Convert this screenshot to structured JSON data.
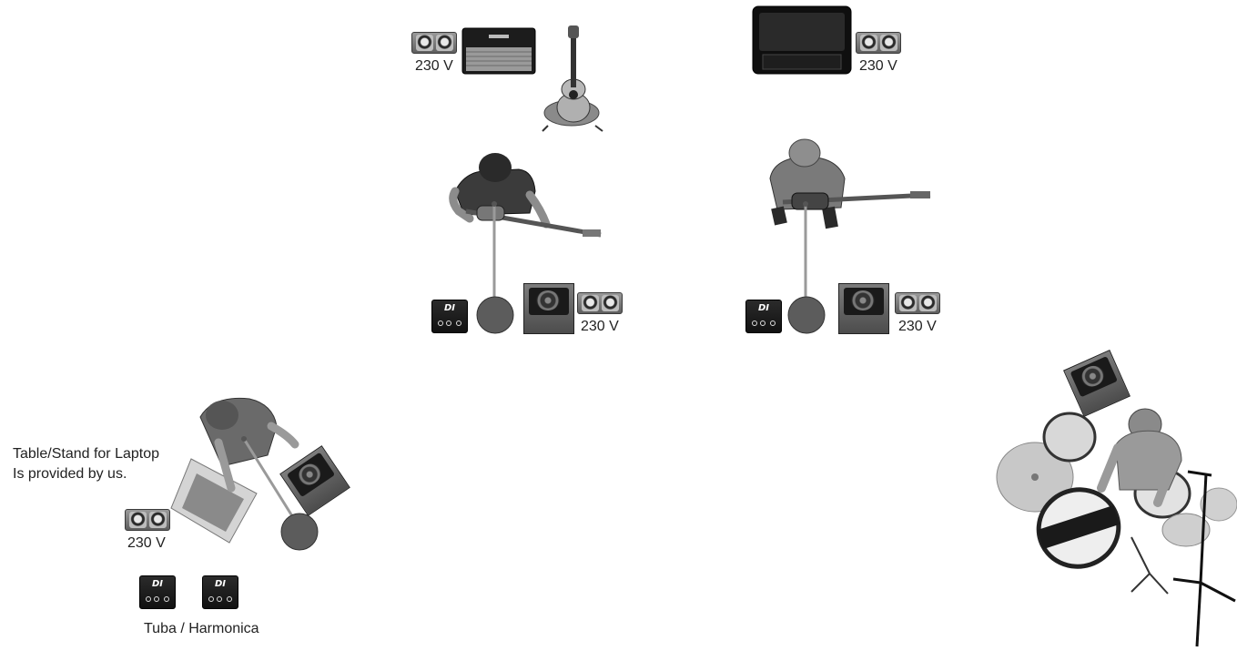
{
  "power_label": "230 V",
  "notes": {
    "laptop_line1": "Table/Stand for Laptop",
    "laptop_line2": "Is provided by us.",
    "di_label": "Tuba / Harmonica"
  },
  "di_box_label": "DI",
  "colors": {
    "equipment_dark": "#1a1a1a",
    "equipment_gray": "#6a6a6a",
    "text": "#222222"
  },
  "elements": {
    "left_guitarist": {
      "icons": [
        "acoustic-guitar-icon",
        "guitar-amp-icon",
        "musician-icon",
        "mic-stand-icon",
        "di-box-icon",
        "monitor-wedge-icon",
        "power-socket-icon"
      ]
    },
    "right_guitarist": {
      "icons": [
        "guitar-cabinet-icon",
        "musician-icon",
        "electric-guitar-icon",
        "mic-stand-icon",
        "di-box-icon",
        "monitor-wedge-icon",
        "power-socket-icon"
      ]
    },
    "laptop_player": {
      "icons": [
        "laptop-icon",
        "musician-icon",
        "mic-stand-icon",
        "monitor-wedge-icon",
        "power-socket-icon",
        "di-box-icon"
      ]
    },
    "drummer": {
      "icons": [
        "drum-kit-icon",
        "cymbal-icon",
        "monitor-wedge-icon",
        "mic-stand-icon",
        "musician-icon"
      ]
    }
  }
}
